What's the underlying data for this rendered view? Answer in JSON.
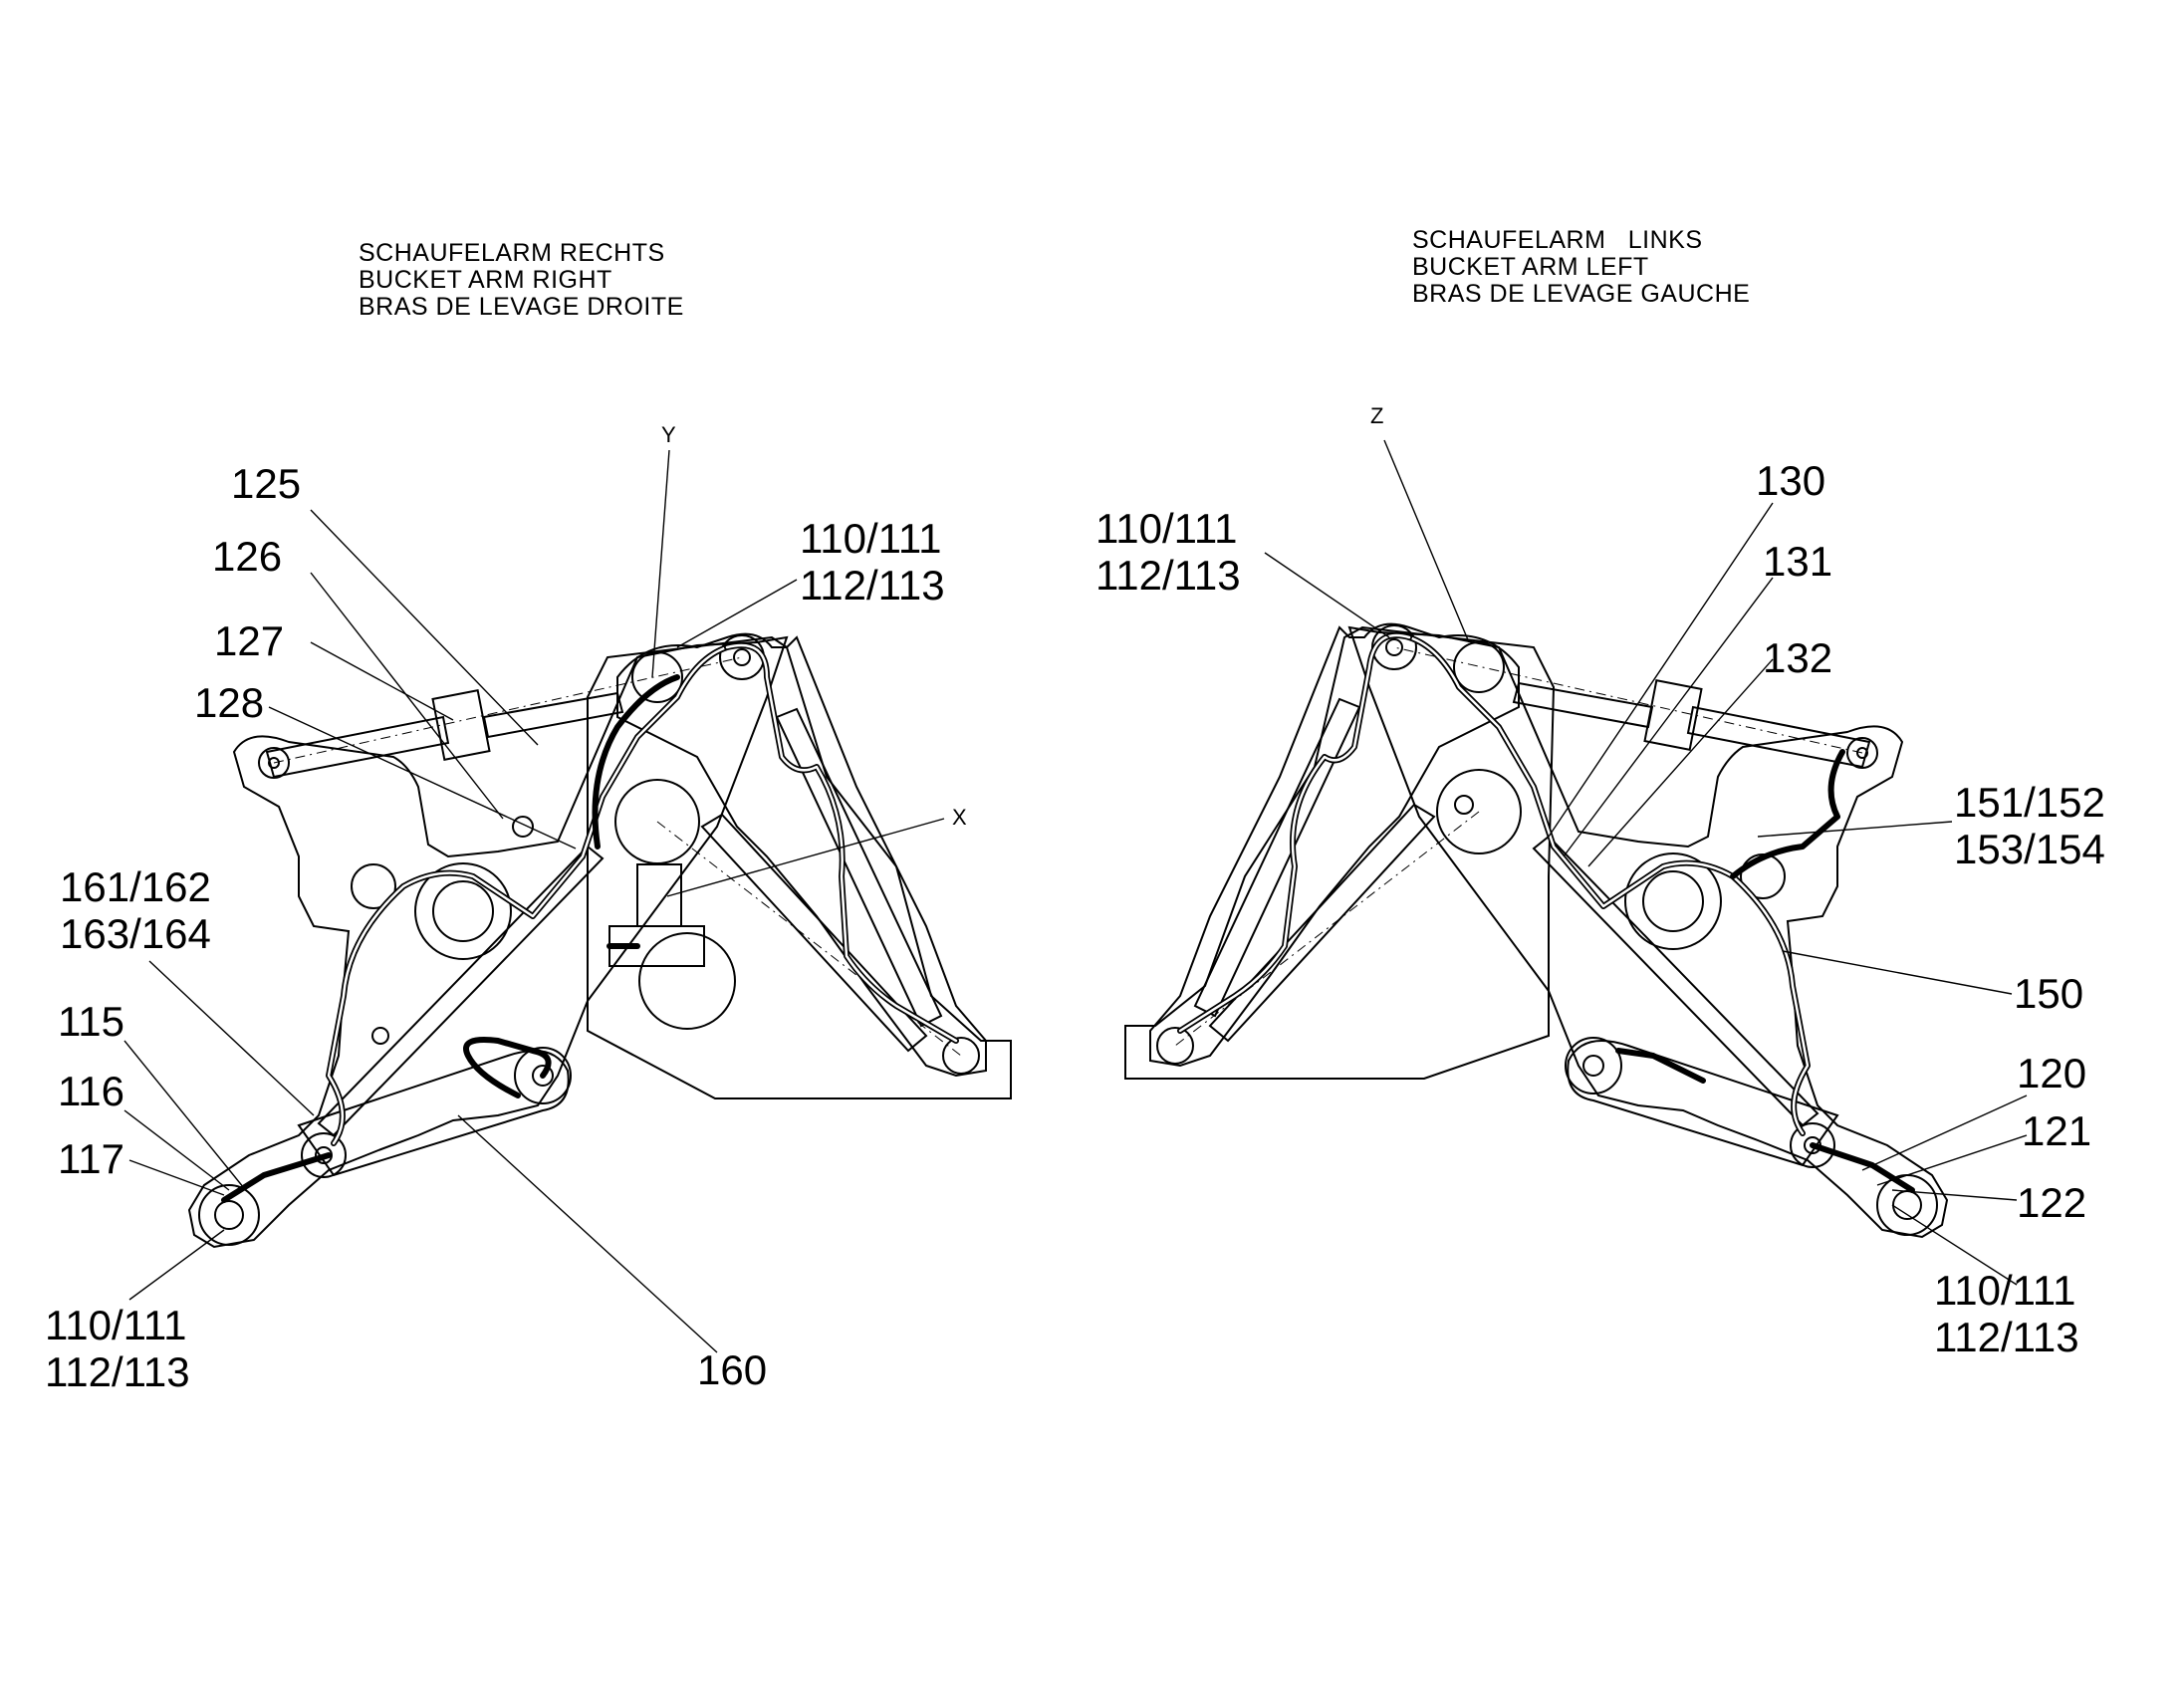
{
  "titles": {
    "right_arm": [
      "SCHAUFELARM RECHTS",
      "BUCKET ARM RIGHT",
      "BRAS DE LEVAGE DROITE"
    ],
    "left_arm": [
      "SCHAUFELARM   LINKS",
      "BUCKET ARM LEFT",
      "BRAS DE LEVAGE GAUCHE"
    ]
  },
  "views": {
    "y": "Y",
    "x": "X",
    "z": "Z"
  },
  "callouts": {
    "c125": "125",
    "c126": "126",
    "c127": "127",
    "c128": "128",
    "c110_tr_a": "110/111",
    "c110_tr_b": "112/113",
    "c161_a": "161/162",
    "c161_b": "163/164",
    "c115": "115",
    "c116": "116",
    "c117": "117",
    "c110_bl_a": "110/111",
    "c110_bl_b": "112/113",
    "c160": "160",
    "c110_tl_a": "110/111",
    "c110_tl_b": "112/113",
    "c130": "130",
    "c131": "131",
    "c132": "132",
    "c151_a": "151/152",
    "c151_b": "153/154",
    "c150": "150",
    "c120": "120",
    "c121": "121",
    "c122": "122",
    "c110_br_a": "110/111",
    "c110_br_b": "112/113"
  }
}
